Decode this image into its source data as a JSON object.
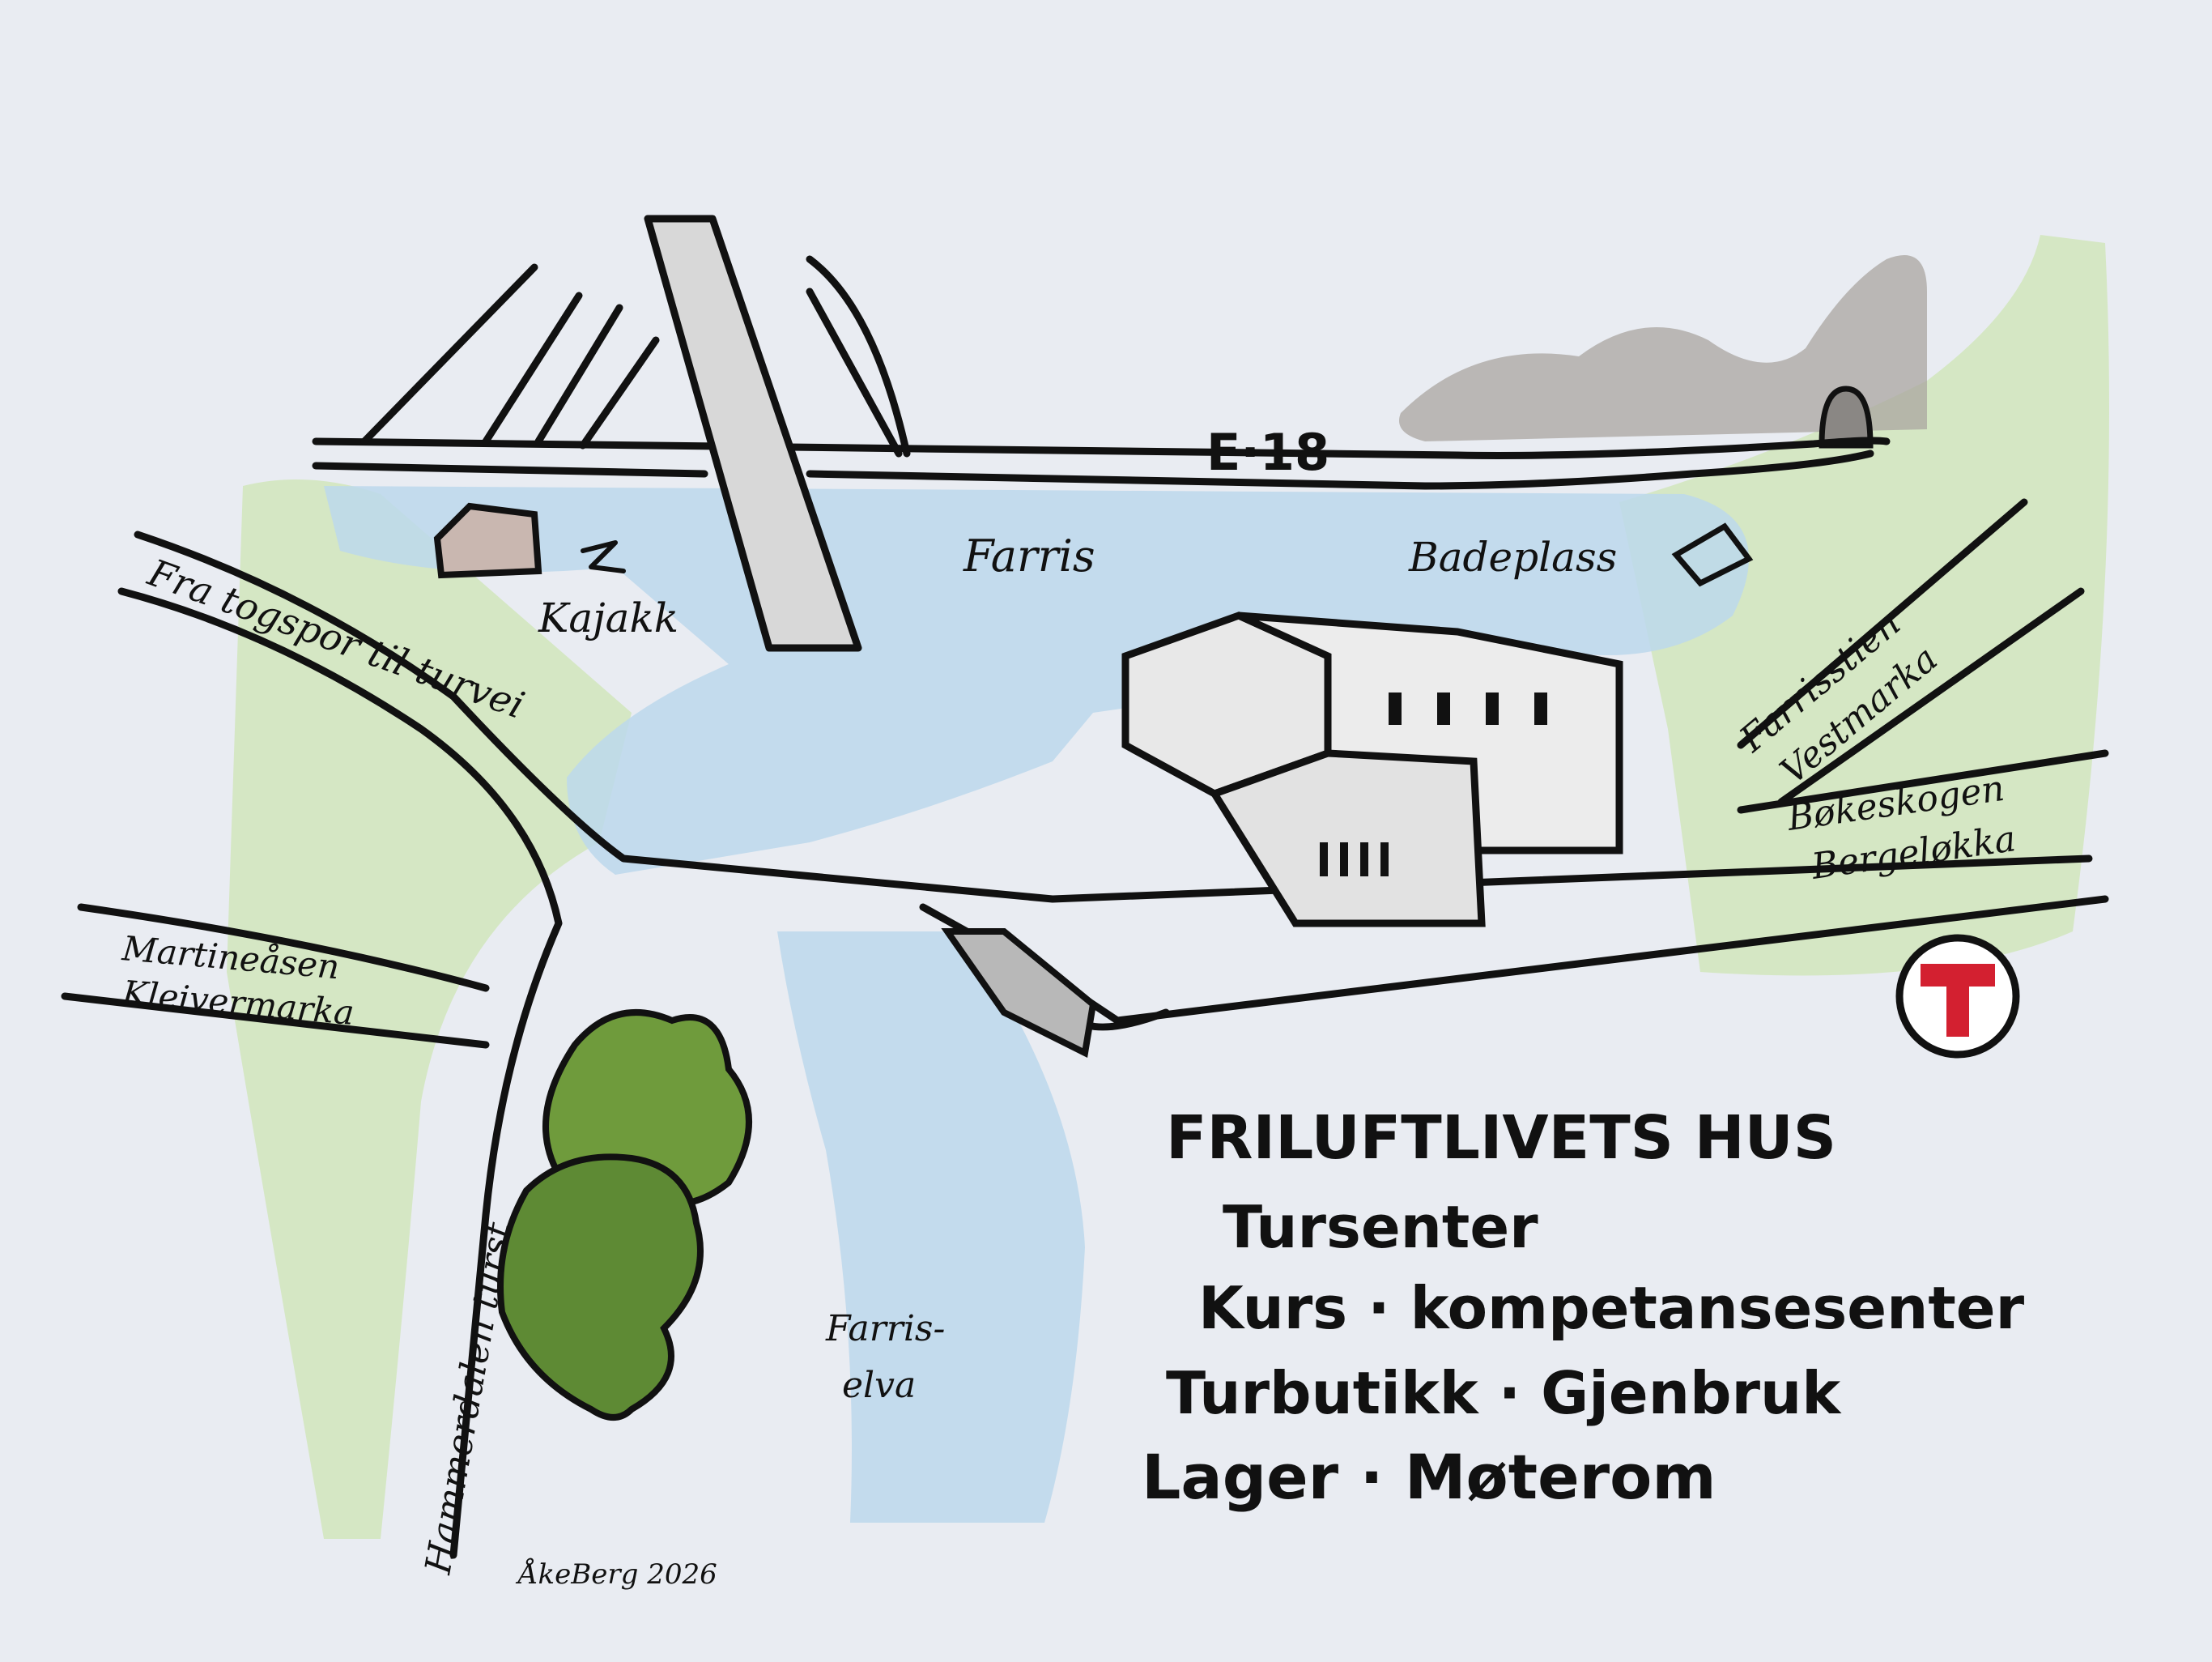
{
  "map": {
    "road_label": "E·18",
    "lake_label": "Farris",
    "beach_label": "Badeplass",
    "kayak_label": "Kajakk",
    "train_path_label": "Fra togspor til turvei",
    "trail_north_label": [
      "Farrisstien",
      "Vestmarka"
    ],
    "trail_east_label": [
      "Bøkeskogen",
      "Bergeløkka"
    ],
    "trail_west_label": [
      "Martineåsen",
      "Kleivermarka"
    ],
    "trail_south_label": "Hammerdalen turst",
    "river_label": [
      "Farris-",
      "elva"
    ],
    "signature": "ÅkeBerg 2026"
  },
  "logo": {
    "letter": "T",
    "color": "#d32030"
  },
  "legend": {
    "title": "FRILUFTLIVETS HUS",
    "lines": [
      "Tursenter",
      "Kurs · kompetansesenter",
      "Turbutikk · Gjenbruk",
      "Lager · Møterom"
    ]
  },
  "colors": {
    "water": "#bcd8ec",
    "grass": "#cfe6b8",
    "forest": "#6f9b3c",
    "rock": "#a9a6a0",
    "paper": "#e9ecf2"
  }
}
